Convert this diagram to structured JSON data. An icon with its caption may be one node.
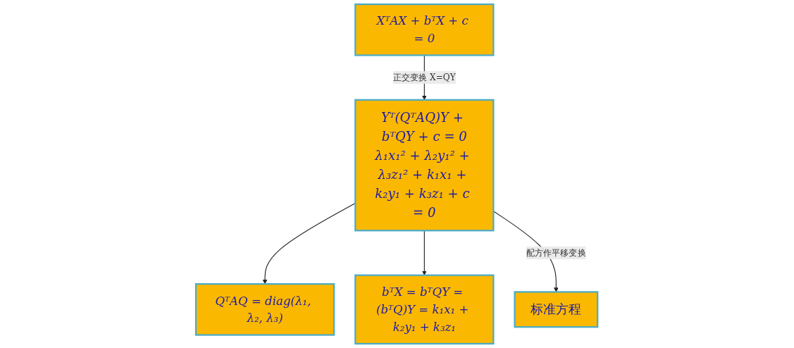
{
  "diagram": {
    "nodes": [
      {
        "text": [
          "XᵀAX + bᵀX + c = 0"
        ]
      },
      {
        "text": [
          "QᵀAQ = diag(λ₁, λ₂, λ₃)"
        ]
      },
      {
        "text": [
          "bᵀX = bᵀQY = (bᵀQ)Y = k₁x₁ + k₂y₁ + k₃z₁"
        ]
      },
      {
        "text": [
          "Yᵀ(QᵀAQ)Y + bᵀQY + c = 0",
          "λ₁x₁² + λ₂y₁² + λ₃z₁² + k₁x₁ + k₂y₁ + k₃z₁ + c = 0"
        ]
      },
      {
        "text": [
          "标准方程"
        ]
      }
    ],
    "edges": [
      {
        "from": 0,
        "to": 3,
        "arrow": "to",
        "label": "正交变换 X=QY"
      },
      {
        "from": 3,
        "to": 1,
        "arrow": "to"
      },
      {
        "from": 3,
        "to": 2,
        "arrow": "to"
      },
      {
        "from": 3,
        "to": 4,
        "arrow": "to",
        "label": "配方作平移变换"
      }
    ]
  }
}
